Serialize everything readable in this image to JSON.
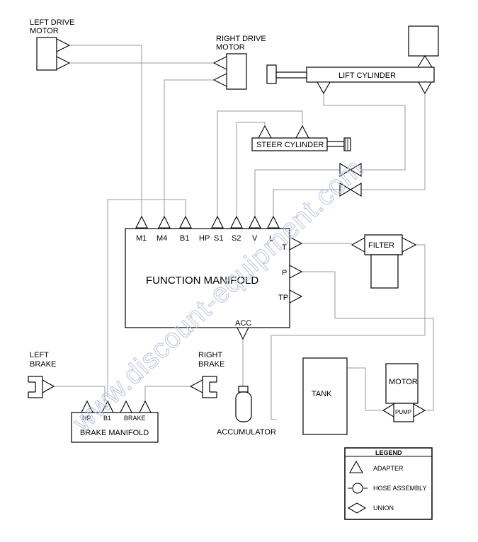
{
  "components": {
    "left_drive_motor": "LEFT DRIVE\nMOTOR",
    "right_drive_motor": "RIGHT DRIVE\nMOTOR",
    "lift_cylinder": "LIFT CYLINDER",
    "steer_cylinder": "STEER CYLINDER",
    "function_manifold": "FUNCTION MANIFOLD",
    "filter": "FILTER",
    "left_brake": "LEFT\nBRAKE",
    "right_brake": "RIGHT\nBRAKE",
    "brake_manifold": "BRAKE MANIFOLD",
    "accumulator": "ACCUMULATOR",
    "tank": "TANK",
    "motor": "MOTOR",
    "pump": "PUMP"
  },
  "function_manifold_ports": {
    "top": [
      "M1",
      "M4",
      "B1",
      "HP",
      "S1",
      "S2",
      "V",
      "L"
    ],
    "right": [
      "T",
      "P",
      "TP"
    ],
    "bottom": [
      "ACC"
    ]
  },
  "brake_manifold_ports": [
    "HP",
    "B1",
    "BRAKE"
  ],
  "legend": {
    "title": "LEGEND",
    "items": [
      {
        "symbol": "triangle",
        "label": "ADAPTER"
      },
      {
        "symbol": "circle",
        "label": "HOSE ASSEMBLY"
      },
      {
        "symbol": "diamond",
        "label": "UNION"
      }
    ]
  },
  "watermark": "www.discount-equipment.com"
}
